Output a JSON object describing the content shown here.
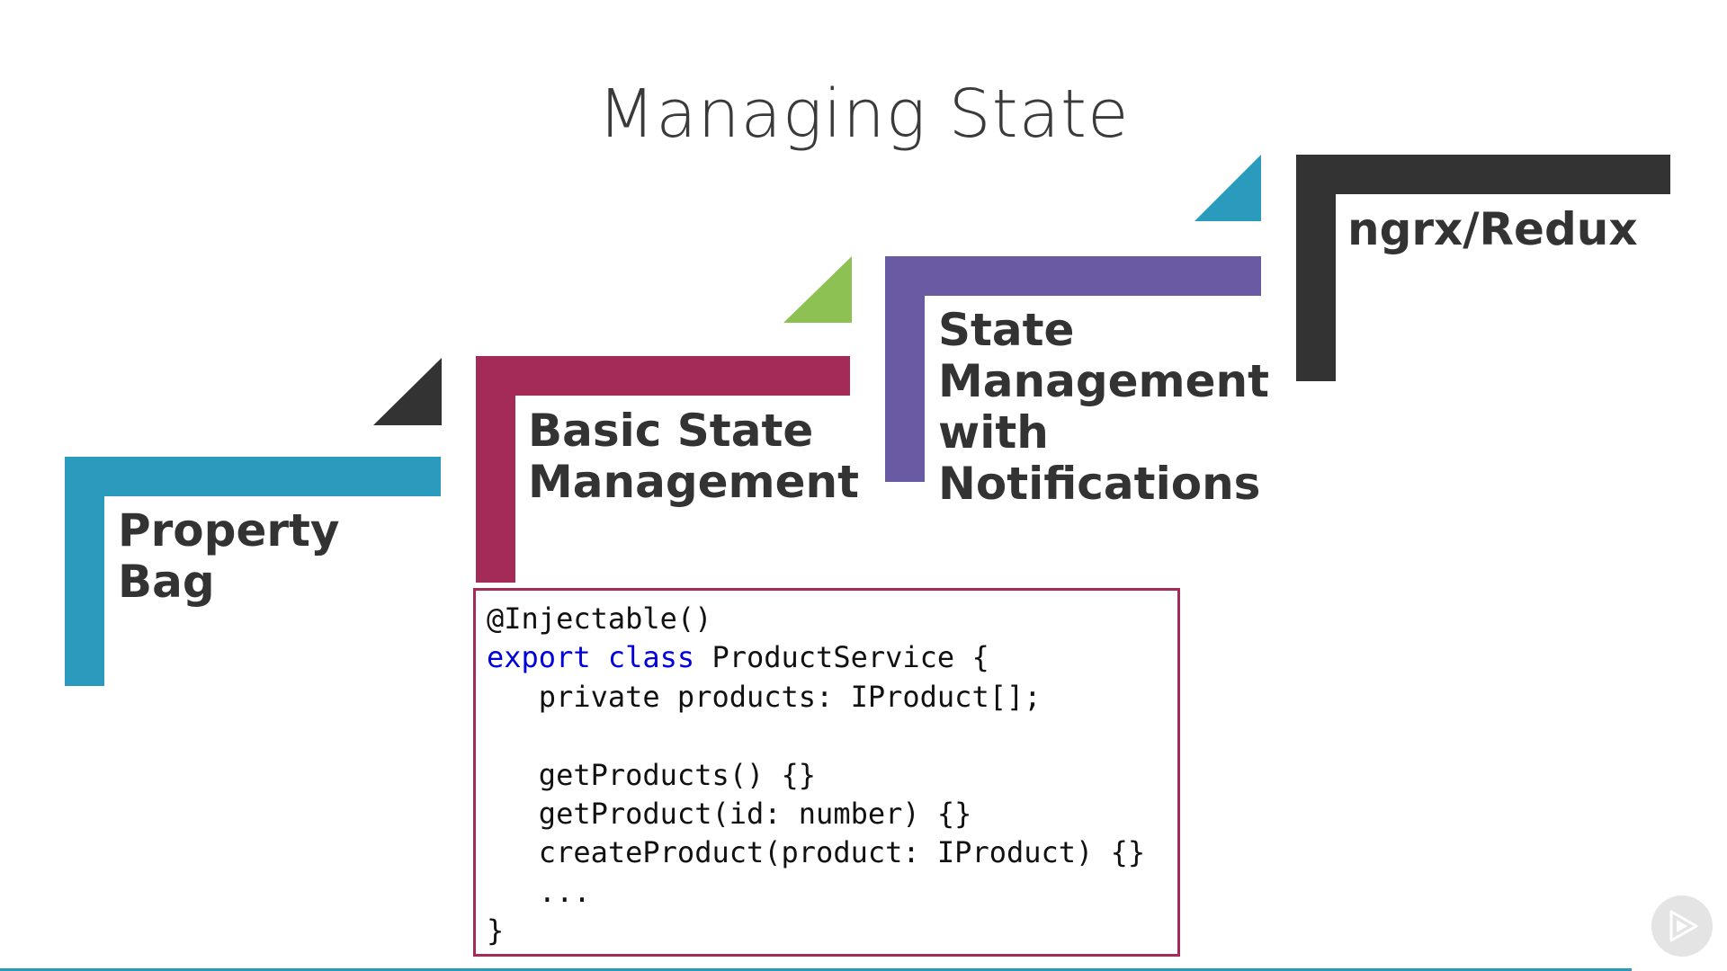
{
  "title": "Managing State",
  "steps": [
    {
      "id": "property-bag",
      "lines": [
        "Property",
        "Bag"
      ],
      "color": "#2a9bbc",
      "triangle_color": "#333333"
    },
    {
      "id": "basic-state-management",
      "lines": [
        "Basic State",
        "Management"
      ],
      "color": "#a42a58",
      "triangle_color": "#8dc153"
    },
    {
      "id": "state-management-with-notifications",
      "lines": [
        "State",
        "Management",
        "with",
        "Notifications"
      ],
      "color": "#6a5aa3",
      "triangle_color": "#2a9bbc"
    },
    {
      "id": "ngrx-redux",
      "lines": [
        "ngrx/Redux"
      ],
      "color": "#333333"
    }
  ],
  "code": {
    "border_color": "#a42a58",
    "keyword_color": "#0000dd",
    "lines": [
      "@Injectable()",
      "export class ProductService {",
      "   private products: IProduct[];",
      "",
      "   getProducts() {}",
      "   getProduct(id: number) {}",
      "   createProduct(product: IProduct) {}",
      "   ...",
      "}"
    ],
    "keywords": [
      "export",
      "class"
    ]
  },
  "player": {
    "icon": "play-icon",
    "progress": 0.945,
    "progress_color": "#2a9bbc"
  }
}
